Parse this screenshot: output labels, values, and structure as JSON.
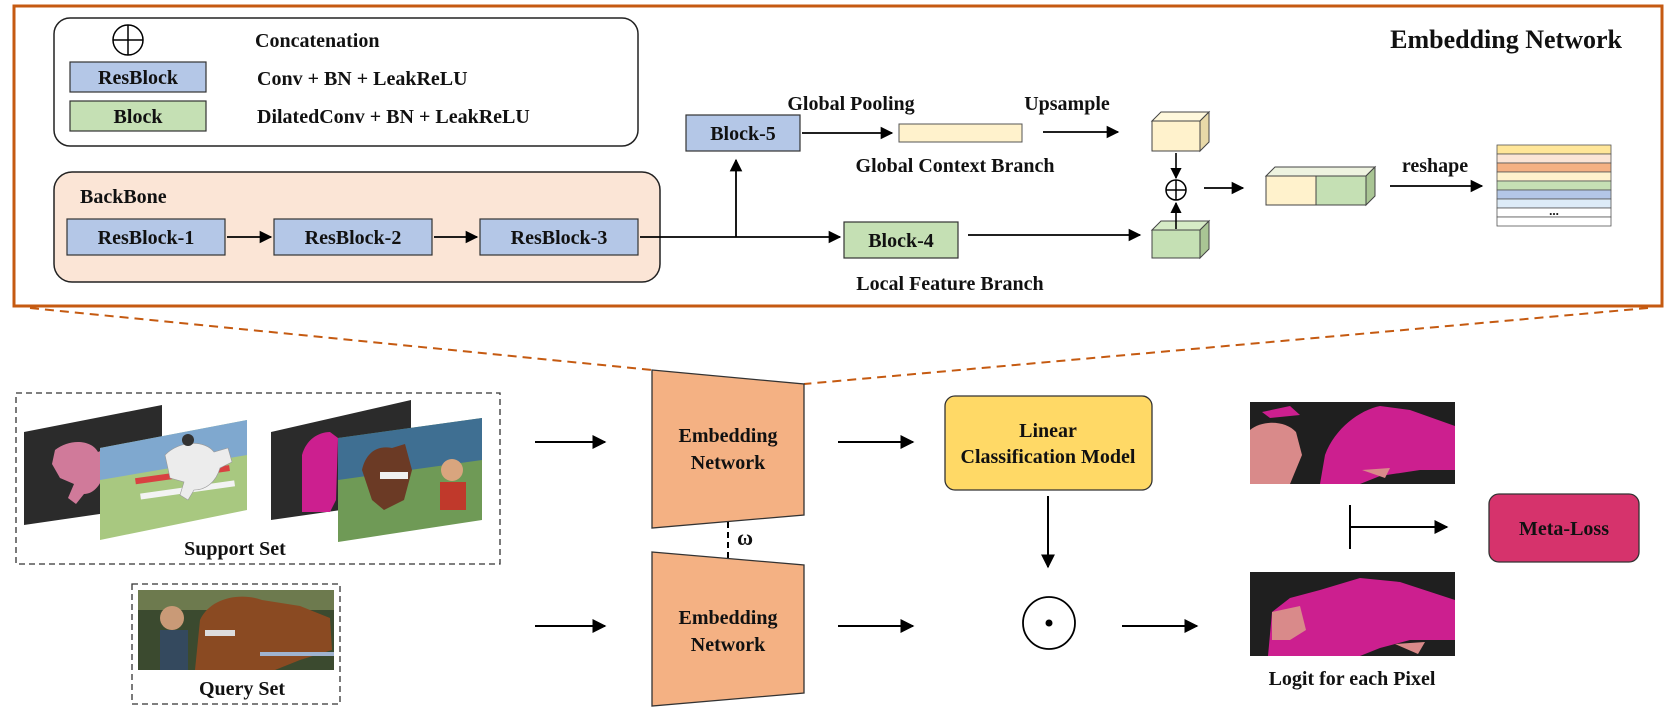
{
  "embedding_panel": {
    "title": "Embedding Network"
  },
  "legend": {
    "concat_desc": "Concatenation",
    "resblock_label": "ResBlock",
    "resblock_desc": "Conv + BN + LeakReLU",
    "block_label": "Block",
    "block_desc": "DilatedConv + BN + LeakReLU"
  },
  "backbone": {
    "title": "BackBone",
    "blocks": [
      "ResBlock-1",
      "ResBlock-2",
      "ResBlock-3"
    ]
  },
  "global_branch": {
    "block": "Block-5",
    "pooling": "Global Pooling",
    "upsample": "Upsample",
    "name": "Global Context Branch"
  },
  "local_branch": {
    "block": "Block-4",
    "name": "Local Feature Branch"
  },
  "reshape_label": "reshape",
  "stack_ellipsis": "...",
  "pipeline": {
    "support_set": "Support Set",
    "query_set": "Query Set",
    "embedding_top_1": "Embedding",
    "embedding_top_2": "Network",
    "embedding_bottom_1": "Embedding",
    "embedding_bottom_2": "Network",
    "omega": "ω",
    "linear_1": "Linear",
    "linear_2": "Classification Model",
    "logit_label": "Logit  for each Pixel",
    "meta_loss": "Meta-Loss"
  },
  "colors": {
    "panel_border": "#c55a11",
    "backbone_fill": "#fbe5d6",
    "resblock_fill": "#b4c7e7",
    "block_fill": "#c5e0b4",
    "embedding_fill": "#f4b183",
    "linear_fill": "#ffd966",
    "meta_loss_fill": "#d6336c",
    "feature_yellow": "#fff2cc"
  }
}
